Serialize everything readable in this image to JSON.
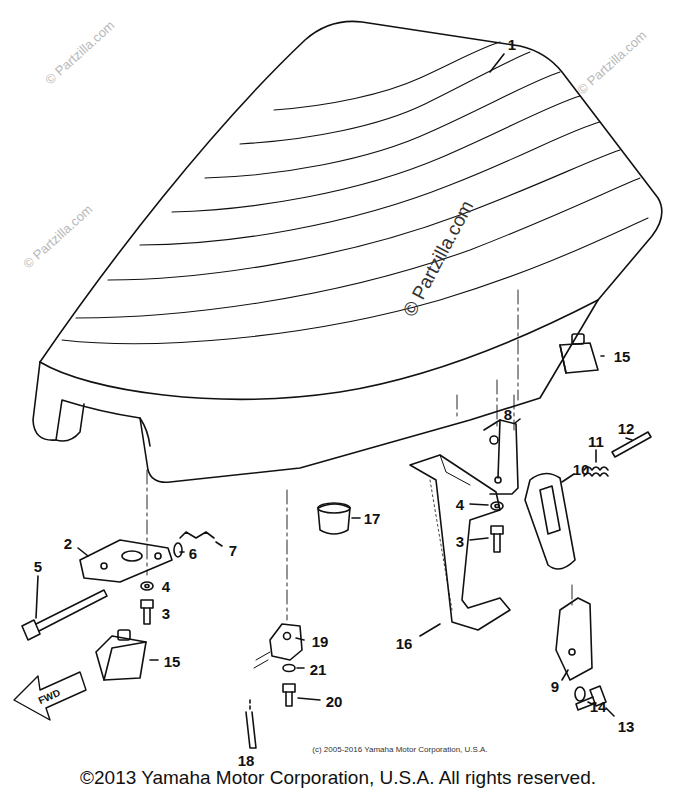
{
  "diagram": {
    "labels": [
      "1",
      "© Partzilla.com",
      "15",
      "8",
      "12",
      "11",
      "10",
      "4",
      "3",
      "17",
      "16",
      "2",
      "7",
      "6",
      "5",
      "4",
      "3",
      "15",
      "19",
      "21",
      "20",
      "18",
      "9",
      "14",
      "13",
      "FWD",
      "(c) 2005-2016 Yamaha Motor Corporation, U.S.A.",
      "©2013 Yamaha Motor Corporation, U.S.A. All rights reserved.",
      "© Partzilla.com",
      "© Partzilla.com",
      "© Partzilla.com"
    ]
  }
}
